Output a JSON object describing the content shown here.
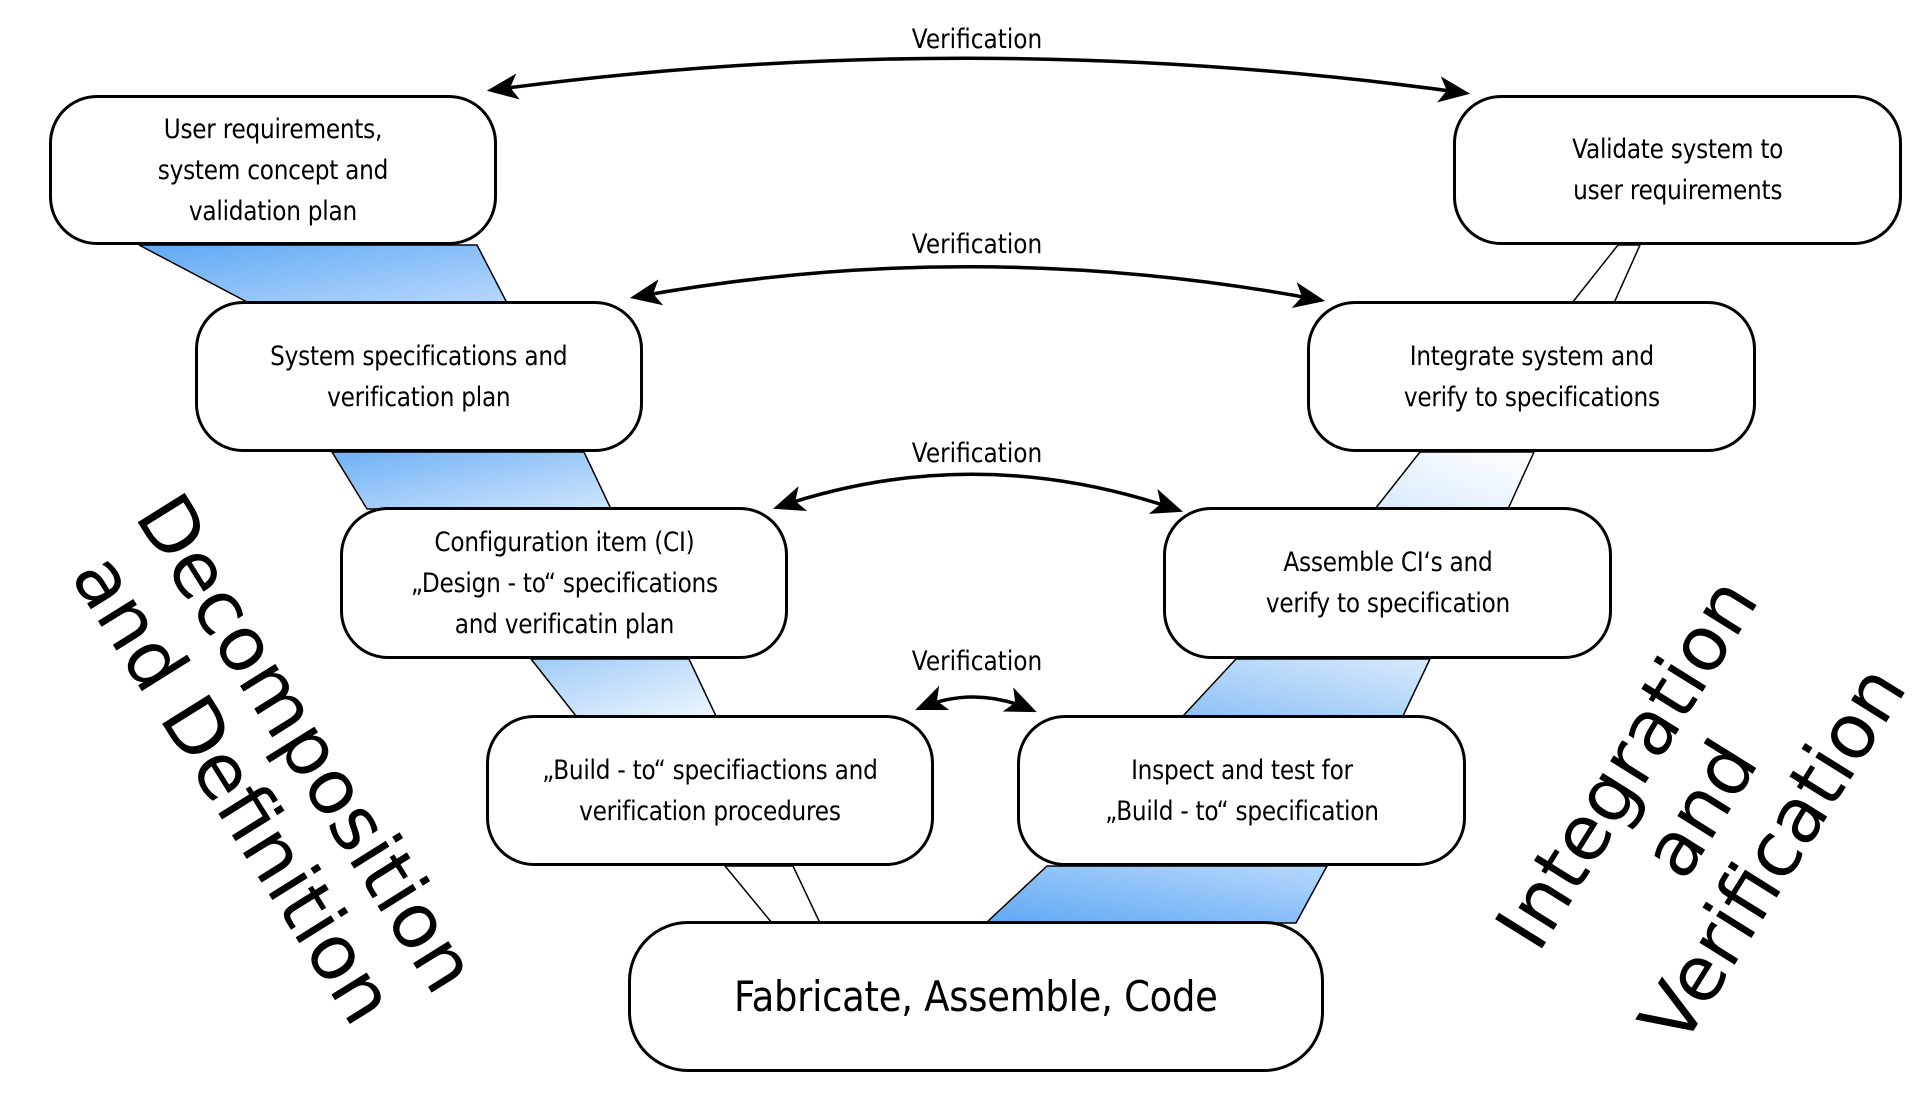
{
  "boxes": {
    "user_requirements": "User requirements,\nsystem concept and\nvalidation plan",
    "validate_system": "Validate system to\nuser requirements",
    "system_specifications": "System specifications and\nverification plan",
    "integrate_system": "Integrate system and\nverify to specifications",
    "configuration_item": "Configuration item (CI)\n„Design - to“ specifications\nand verificatin plan",
    "assemble_cis": "Assemble CI‘s and\nverify to specification",
    "build_to": "„Build - to“ specifiactions and\nverification procedures",
    "inspect_test": "Inspect and test for\n„Build - to“ specification",
    "fabricate": "Fabricate, Assemble, Code"
  },
  "verification_labels": [
    "Verification",
    "Verification",
    "Verification",
    "Verification"
  ],
  "side_labels": {
    "left": "Decomposition\nand Definition",
    "right": "Integration and\nVerification"
  },
  "colors": {
    "gradient_dark": "#5fa8f5",
    "gradient_light": "#e6f1fd",
    "stroke": "#000000"
  }
}
